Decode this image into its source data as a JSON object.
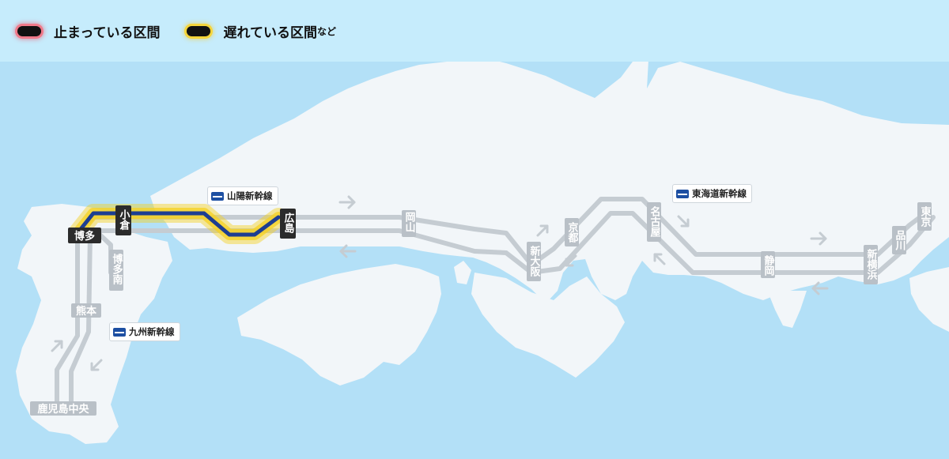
{
  "legend": {
    "stopped": {
      "label": "止まっている区間",
      "color": "#e8445a"
    },
    "delayed": {
      "label": "遅れている区間",
      "suffix": "など",
      "color": "#f5d020"
    }
  },
  "lines": {
    "sanyo": "山陽新幹線",
    "tokaido": "東海道新幹線",
    "kyushu": "九州新幹線"
  },
  "stations": {
    "hakata": "博多",
    "kokura": "小倉",
    "hiroshima": "広島",
    "okayama": "岡山",
    "shin_osaka": "新大阪",
    "kyoto": "京都",
    "nagoya": "名古屋",
    "shizuoka": "静岡",
    "shin_yokohama": "新横浜",
    "shinagawa": "品川",
    "tokyo": "東京",
    "hakata_minami": "博多南",
    "kumamoto": "熊本",
    "kagoshima_chuo": "鹿児島中央"
  },
  "colors": {
    "sea": "#b3e0f7",
    "land": "#f2f6f9",
    "track": "#c5ccd2",
    "station_label_bg": "#b9c0c7",
    "delayed_track": "#1d3e91",
    "delayed_glow": "#f5d020",
    "station_active_bg": "#2b2b2b"
  },
  "status": {
    "delayed_section": [
      "博多",
      "小倉",
      "広島"
    ]
  }
}
